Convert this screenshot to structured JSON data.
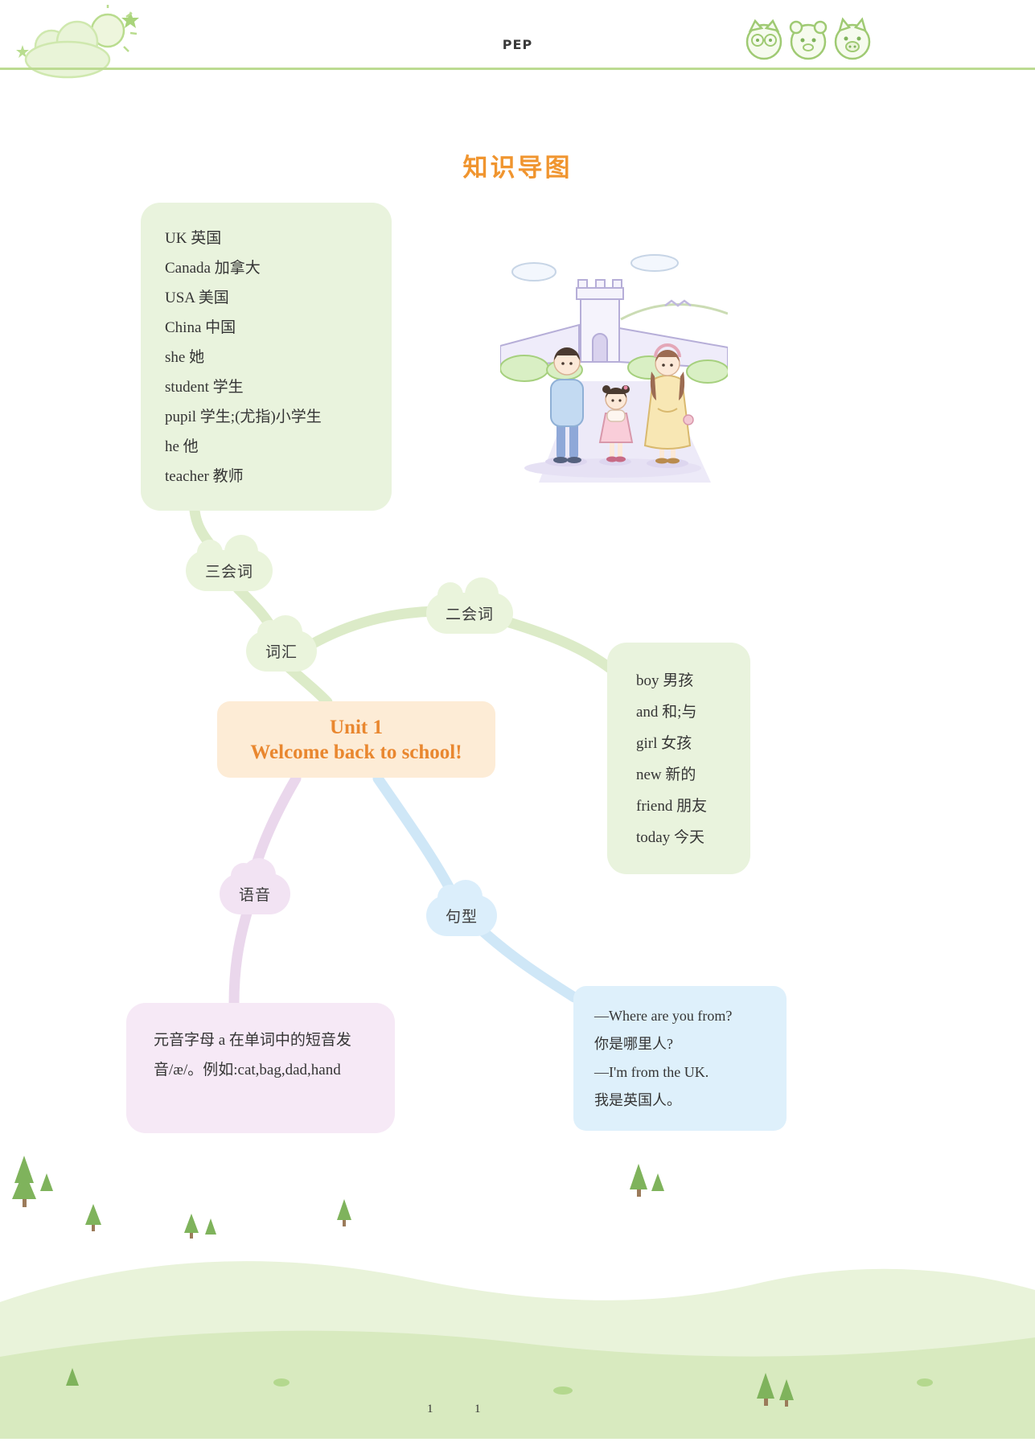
{
  "header": {
    "brand": "PEP"
  },
  "page_title": "知识导图",
  "mindmap": {
    "center": {
      "line1": "Unit 1",
      "line2": "Welcome back to school!"
    },
    "branch_labels": {
      "vocab": "词汇",
      "three_words": "三会词",
      "two_words": "二会词",
      "phonics": "语音",
      "sentence": "句型"
    },
    "three_words": [
      "UK 英国",
      "Canada 加拿大",
      "USA 美国",
      "China 中国",
      "she 她",
      "student 学生",
      "pupil 学生;(尤指)小学生",
      "he 他",
      "teacher 教师"
    ],
    "two_words": [
      "boy 男孩",
      "and 和;与",
      "girl 女孩",
      "new 新的",
      "friend 朋友",
      "today 今天"
    ],
    "phonics_note": "元音字母 a 在单词中的短音发音/æ/。例如:cat,bag,dad,hand",
    "sentence_lines": [
      "—Where are you from?",
      "你是哪里人?",
      "—I'm from the UK.",
      "我是英国人。"
    ]
  },
  "footer": {
    "page_left": "1",
    "page_right": "1"
  },
  "colors": {
    "accent_orange": "#f0952f",
    "green_box": "#e9f3dd",
    "center_box": "#fdecd6",
    "purple_box": "#f6e9f6",
    "blue_box": "#def0fb",
    "header_line": "#bcdb92"
  }
}
